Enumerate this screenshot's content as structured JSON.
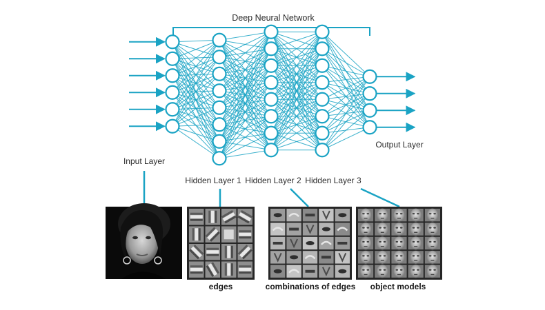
{
  "title": "Deep Neural Network",
  "colors": {
    "accent": "#1aa3c4",
    "node_fill": "#ffffff",
    "text": "#2b2b2b"
  },
  "layers": [
    {
      "id": "input",
      "label": "Input Layer",
      "nodes": 6,
      "incoming_arrows": 6
    },
    {
      "id": "hidden1",
      "label": "Hidden Layer 1",
      "nodes": 8
    },
    {
      "id": "hidden2",
      "label": "Hidden Layer 2",
      "nodes": 8
    },
    {
      "id": "hidden3",
      "label": "Hidden Layer 3",
      "nodes": 8
    },
    {
      "id": "output",
      "label": "Output Layer",
      "nodes": 4,
      "outgoing_arrows": 4
    }
  ],
  "feature_panels": [
    {
      "id": "input-photo",
      "caption": "",
      "kind": "face-photo",
      "grid": 1
    },
    {
      "id": "edges",
      "caption": "edges",
      "kind": "edge-filters",
      "grid": 4
    },
    {
      "id": "combinations",
      "caption": "combinations of edges",
      "kind": "part-filters",
      "grid": 5
    },
    {
      "id": "object-models",
      "caption": "object models",
      "kind": "face-filters",
      "grid": 5
    }
  ]
}
